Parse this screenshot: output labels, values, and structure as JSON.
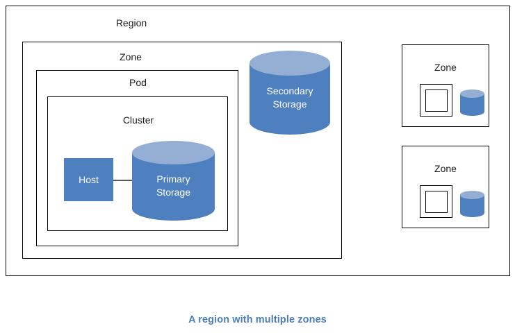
{
  "diagram": {
    "caption": "A region with multiple zones",
    "caption_color": "#4A7EBB",
    "border_color": "#000000",
    "background": "#ffffff",
    "shape_fill": "#4E7FBE",
    "shape_top_fill": "#95AFD4",
    "connector_color": "#595959",
    "region": {
      "label": "Region",
      "zone_main": {
        "label": "Zone",
        "pod": {
          "label": "Pod",
          "cluster": {
            "label": "Cluster",
            "host": {
              "label": "Host"
            },
            "primary_storage": {
              "label": "Primary\nStorage",
              "line1": "Primary",
              "line2": "Storage"
            }
          }
        },
        "secondary_storage": {
          "label": "Secondary\nStorage",
          "line1": "Secondary",
          "line2": "Storage"
        }
      },
      "zones_collapsed": [
        {
          "label": "Zone",
          "has_pod_square": true,
          "has_cluster_square": true,
          "has_storage_cylinder": true
        },
        {
          "label": "Zone",
          "has_pod_square": true,
          "has_cluster_square": true,
          "has_storage_cylinder": true
        }
      ]
    }
  }
}
